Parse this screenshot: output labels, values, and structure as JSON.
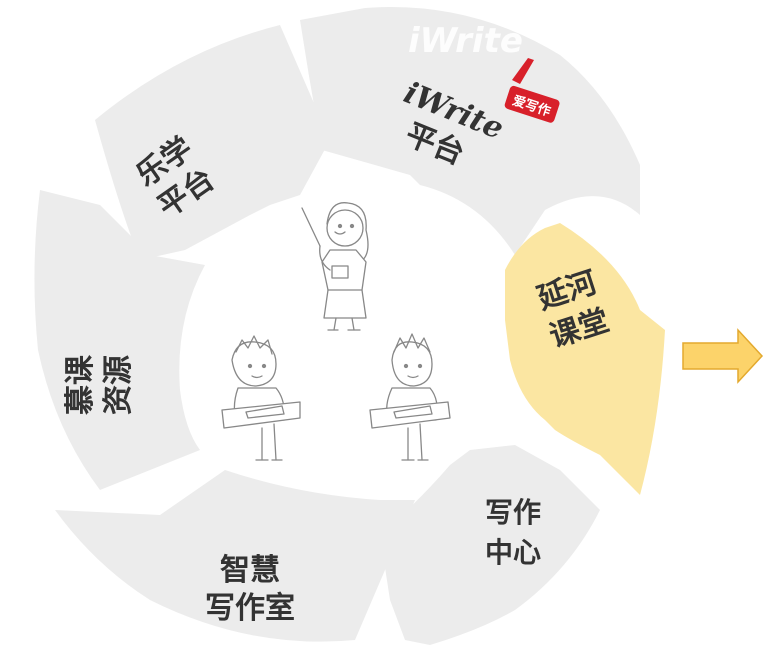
{
  "diagram": {
    "segments": [
      {
        "id": "iwrite",
        "line1": "iWrite",
        "line2": "平台",
        "highlighted": false
      },
      {
        "id": "lexue",
        "line1": "乐学",
        "line2": "平台",
        "highlighted": false
      },
      {
        "id": "muke",
        "line1": "慕课",
        "line2": "资源",
        "highlighted": false
      },
      {
        "id": "zhihui",
        "line1": "智慧",
        "line2": "写作室",
        "highlighted": false
      },
      {
        "id": "xiezuo",
        "line1": "写作",
        "line2": "中心",
        "highlighted": false
      },
      {
        "id": "yanhe",
        "line1": "延河",
        "line2": "课堂",
        "highlighted": true
      }
    ],
    "logo": {
      "wordmark": "iWrite",
      "badge": "爱写作"
    },
    "arrow": {
      "direction": "right"
    },
    "colors": {
      "segment_fill": "#ececec",
      "highlight_fill": "#fbe6a2",
      "arrow_fill": "#fcd36a",
      "arrow_stroke": "#e3a92e",
      "logo_red": "#d8202a",
      "label_color": "#333333"
    },
    "icons": [
      "teacher-figure",
      "student-figure-left",
      "student-figure-right"
    ]
  }
}
